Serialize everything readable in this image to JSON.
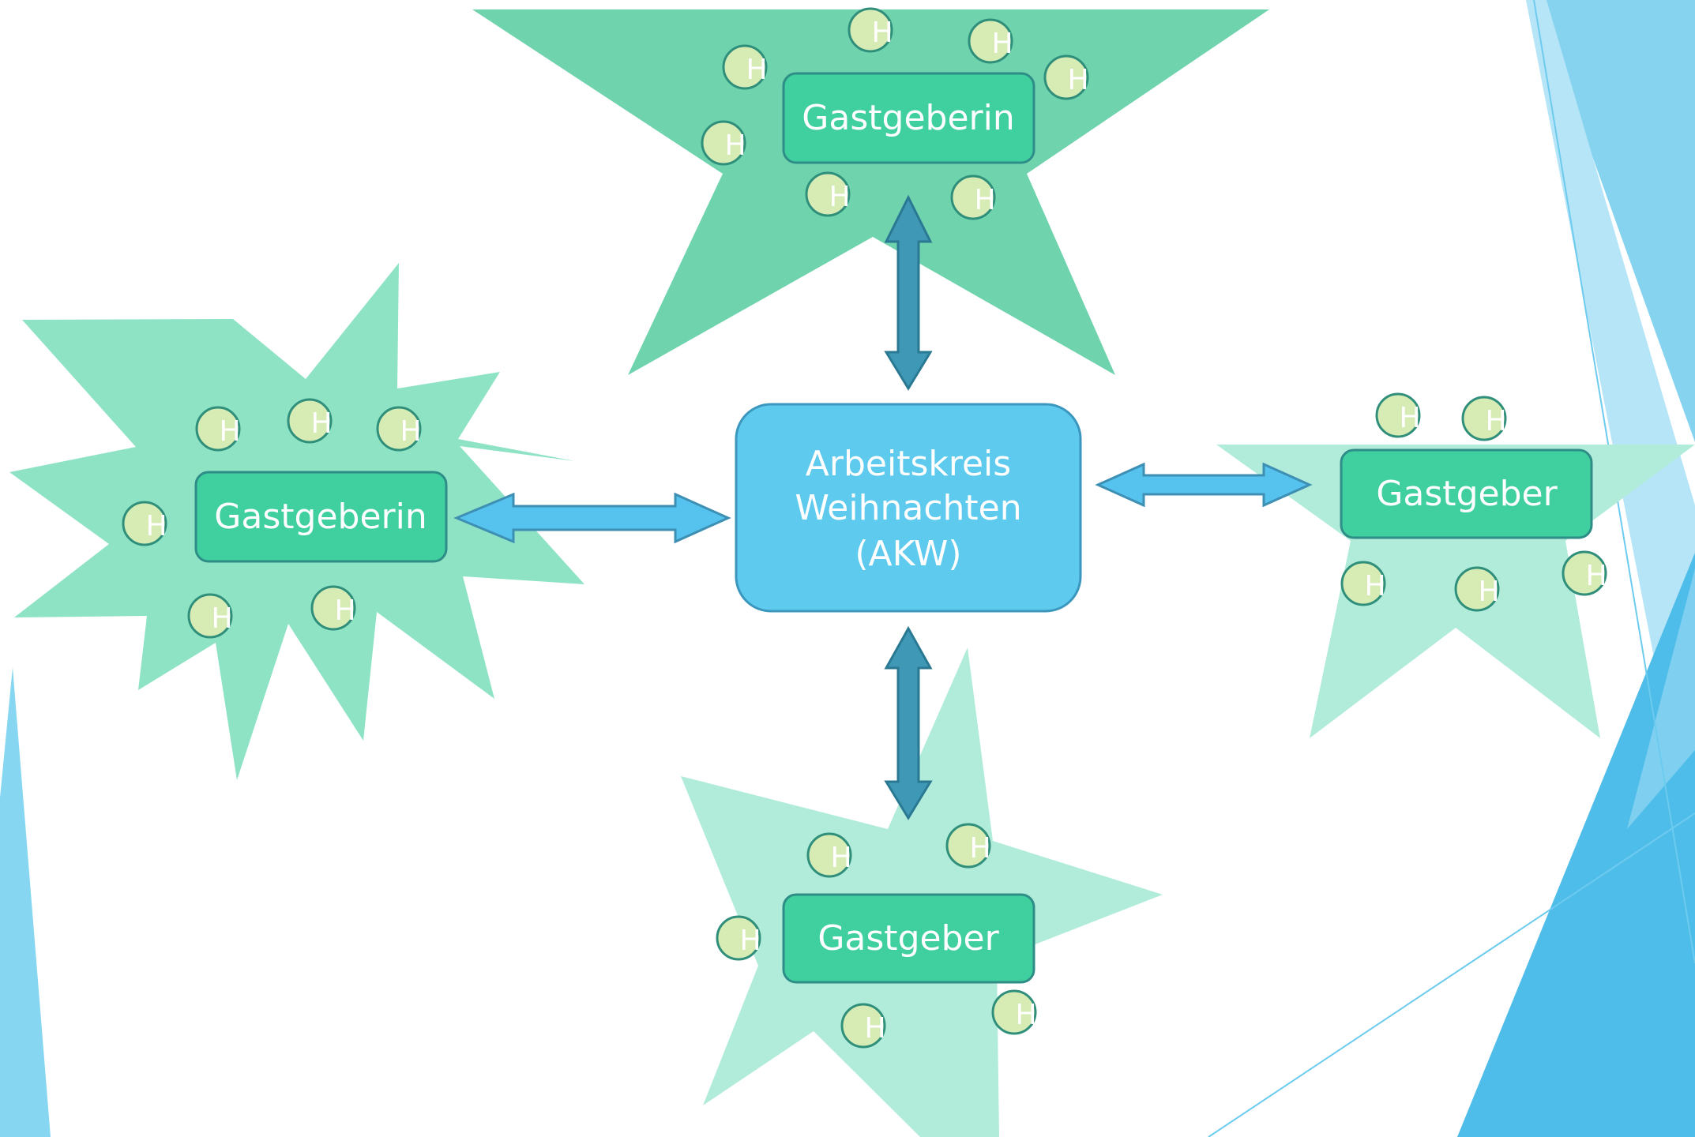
{
  "center": {
    "line1": "Arbeitskreis",
    "line2": "Weihnachten",
    "line3": "(AKW)"
  },
  "nodes": {
    "top": {
      "label": "Gastgeberin"
    },
    "left": {
      "label": "Gastgeberin"
    },
    "right": {
      "label": "Gastgeber"
    },
    "bottom": {
      "label": "Gastgeber"
    }
  },
  "helper_label": "H",
  "colors": {
    "node_fill": "#40cf9f",
    "center_fill": "#5ecaee",
    "star_dark": "#6fd3ad",
    "star_medium": "#8fe3c5",
    "star_light": "#b1ecda",
    "helper_fill": "#d7ebb5",
    "arrow_horizontal": "#56c3ef",
    "arrow_vertical": "#3f98b6"
  }
}
